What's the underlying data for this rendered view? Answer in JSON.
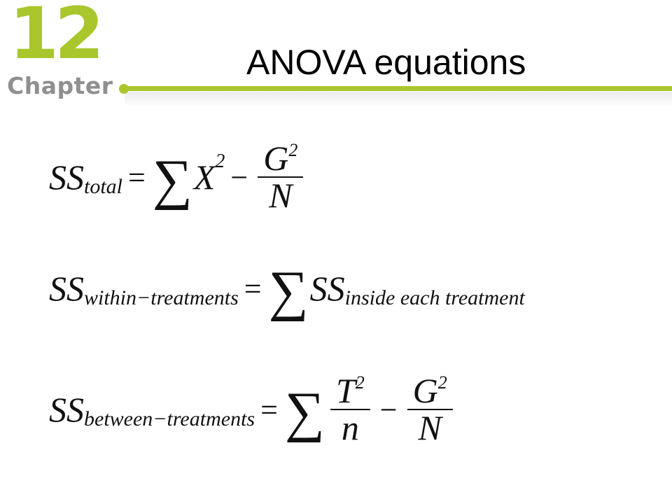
{
  "header": {
    "chapter_number": "12",
    "chapter_word": "Chapter",
    "title": "ANOVA equations"
  },
  "colors": {
    "accent_green": "#a9c62c",
    "badge_gray": "#8f8f8f"
  },
  "equations": [
    {
      "ss": "SS",
      "subscript": "total",
      "equals": "=",
      "sigma": "∑",
      "term": "X",
      "term_power": "2",
      "minus": "−",
      "numerator": "G",
      "numerator_power": "2",
      "denominator": "N"
    },
    {
      "ss": "SS",
      "subscript": "within−treatments",
      "equals": "=",
      "sigma": "∑",
      "rhs_ss": "SS",
      "rhs_subscript": "inside each treatment"
    },
    {
      "ss": "SS",
      "subscript": "between−treatments",
      "equals": "=",
      "sigma": "∑",
      "frac1_numerator": "T",
      "frac1_numerator_power": "2",
      "frac1_denominator": "n",
      "minus": "−",
      "frac2_numerator": "G",
      "frac2_numerator_power": "2",
      "frac2_denominator": "N"
    }
  ]
}
